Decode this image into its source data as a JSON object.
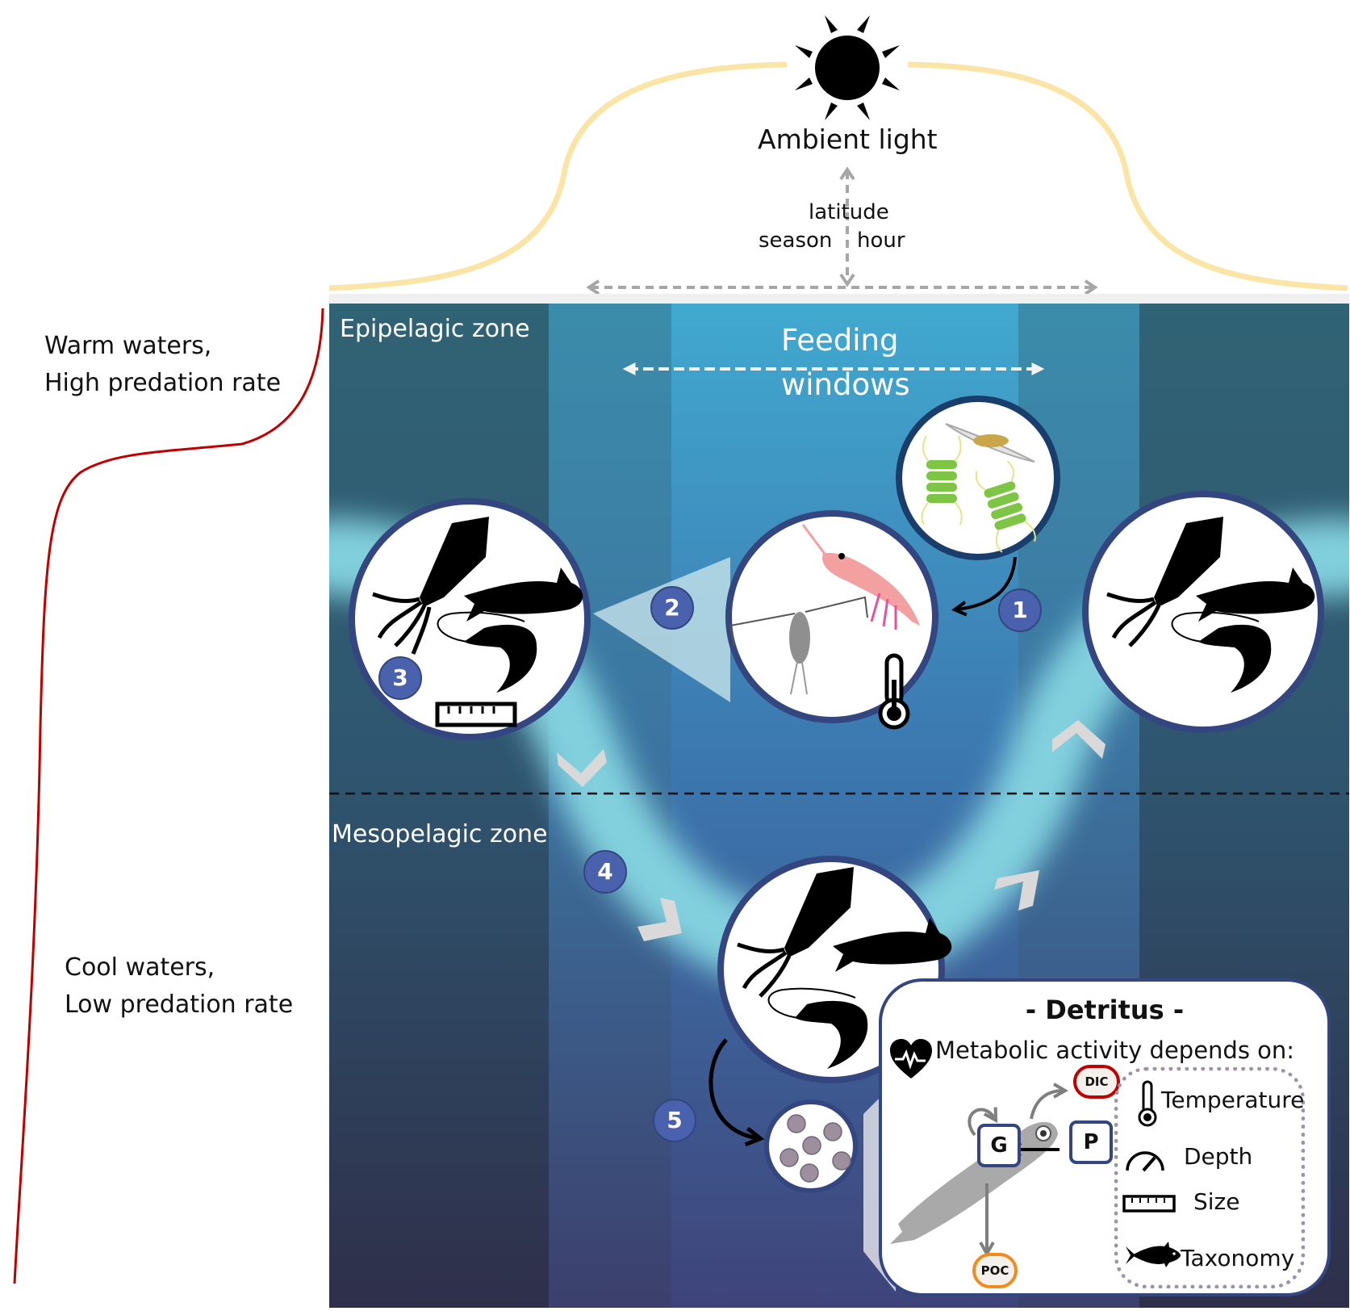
{
  "sky": {
    "sun_icon": "sun-icon",
    "ambient_light_label": "Ambient light",
    "drivers": [
      "latitude",
      "season",
      "hour"
    ]
  },
  "left_gradient": {
    "top_label_line1": "Warm waters,",
    "top_label_line2": "High predation rate",
    "bottom_label_line1": "Cool waters,",
    "bottom_label_line2": "Low predation rate",
    "curve_color": "#c00000"
  },
  "ocean": {
    "epipelagic_label": "Epipelagic zone",
    "mesopelagic_label": "Mesopelagic zone",
    "feeding_windows_line1": "Feeding",
    "feeding_windows_line2": "windows"
  },
  "steps": [
    {
      "number": "1",
      "meaning": "phytoplankton eaten by zooplankton"
    },
    {
      "number": "2",
      "meaning": "zooplankton feeding"
    },
    {
      "number": "3",
      "meaning": "migrant community (size)"
    },
    {
      "number": "4",
      "meaning": "descent to mesopelagic"
    },
    {
      "number": "5",
      "meaning": "detritus production"
    }
  ],
  "circles": {
    "phytoplankton": [
      "diatom-icon",
      "chain-diatom-icon",
      "chain-diatom-icon"
    ],
    "zooplankton": [
      "krill-icon",
      "copepod-icon",
      "thermometer-icon"
    ],
    "migrants": [
      "squid-icon",
      "fish-icon",
      "shrimp-icon",
      "ruler-icon"
    ],
    "detritus": [
      "particle-icon"
    ]
  },
  "detritus_panel": {
    "title": "- Detritus -",
    "subtitle": "Metabolic activity depends on:",
    "nodes": {
      "G": "G",
      "P": "P",
      "DIC": "DIC",
      "POC": "POC"
    },
    "factors": [
      {
        "icon": "thermometer-icon",
        "label": "Temperature"
      },
      {
        "icon": "gauge-icon",
        "label": "Depth"
      },
      {
        "icon": "ruler-icon",
        "label": "Size"
      },
      {
        "icon": "fish-icon",
        "label": "Taxonomy"
      }
    ],
    "colors": {
      "border": "#34467f",
      "dic": "#c00000",
      "poc": "#f08c1c"
    }
  },
  "colors": {
    "sky_arc": "#fbe5a6",
    "badge": "#4a62ad",
    "circle_border": "#34467f",
    "migration_path": "#86d6e2"
  }
}
